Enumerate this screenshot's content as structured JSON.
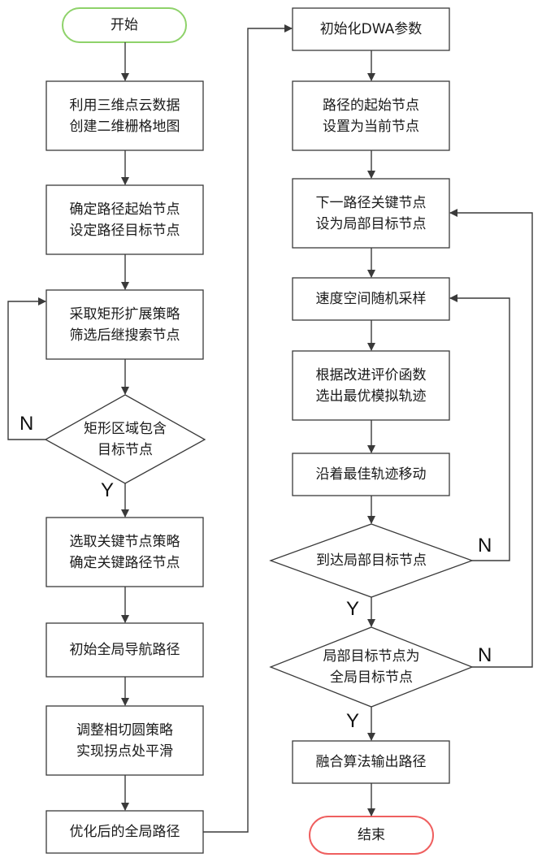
{
  "left": {
    "start": "开始",
    "create_map": [
      "利用三维点云数据",
      "创建二维栅格地图"
    ],
    "set_nodes": [
      "确定路径起始节点",
      "设定路径目标节点"
    ],
    "rect_expand": [
      "采取矩形扩展策略",
      "筛选后继搜索节点"
    ],
    "rect_contains": [
      "矩形区域包含",
      "目标节点"
    ],
    "key_nodes": [
      "选取关键节点策略",
      "确定关键路径节点"
    ],
    "initial_path": "初始全局导航路径",
    "smooth": [
      "调整相切圆策略",
      "实现拐点处平滑"
    ],
    "optimized_path": "优化后的全局路径"
  },
  "right": {
    "init_dwa": "初始化DWA参数",
    "start_current": [
      "路径的起始节点",
      "设置为当前节点"
    ],
    "next_local_goal": [
      "下一路径关键节点",
      "设为局部目标节点"
    ],
    "velocity_sample": "速度空间随机采样",
    "evaluate": [
      "根据改进评价函数",
      "选出最优模拟轨迹"
    ],
    "move": "沿着最佳轨迹移动",
    "reach_local": "到达局部目标节点",
    "local_is_global": [
      "局部目标节点为",
      "全局目标节点"
    ],
    "fuse_output": "融合算法输出路径",
    "end": "结束"
  },
  "branch_labels": {
    "yes": "Y",
    "no": "N"
  }
}
